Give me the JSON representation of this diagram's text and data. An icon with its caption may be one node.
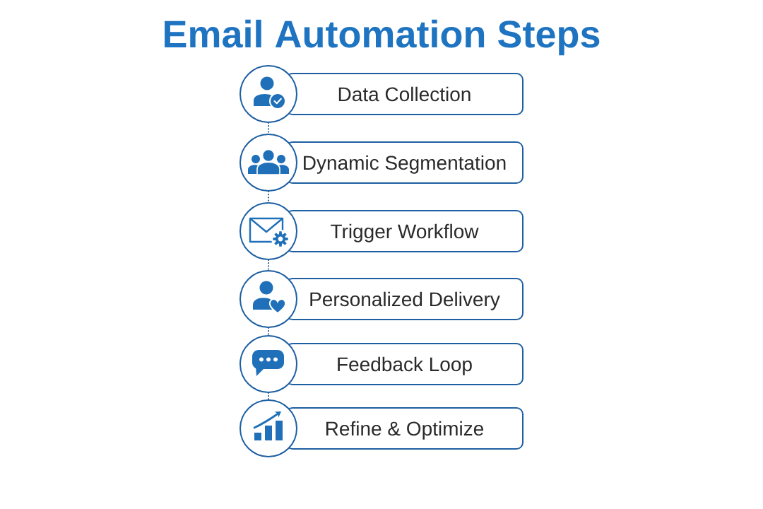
{
  "diagram": {
    "title": "Email Automation Steps",
    "nodes": [
      {
        "text": [],
        "shape": "circle"
      },
      {
        "text": [
          "Data Collection"
        ]
      },
      {
        "text": [],
        "shape": "circle"
      },
      {
        "text": [
          "Dynamic Segmentation"
        ]
      },
      {
        "text": [],
        "shape": "circle"
      },
      {
        "text": [
          "Trigger Workflow"
        ]
      },
      {
        "text": [],
        "shape": "circle"
      },
      {
        "text": [
          "Personalized Delivery"
        ]
      },
      {
        "text": [],
        "shape": "circle"
      },
      {
        "text": [
          "Feedback Loop"
        ]
      },
      {
        "text": [],
        "shape": "circle"
      },
      {
        "text": [
          "Refine & Optimize"
        ]
      }
    ],
    "edges": [
      {
        "from": 0,
        "to": 2,
        "arrow": "none"
      },
      {
        "from": 2,
        "to": 4,
        "arrow": "none"
      },
      {
        "from": 4,
        "to": 6,
        "arrow": "none"
      },
      {
        "from": 6,
        "to": 8,
        "arrow": "none"
      },
      {
        "from": 8,
        "to": 10,
        "arrow": "none"
      }
    ]
  }
}
